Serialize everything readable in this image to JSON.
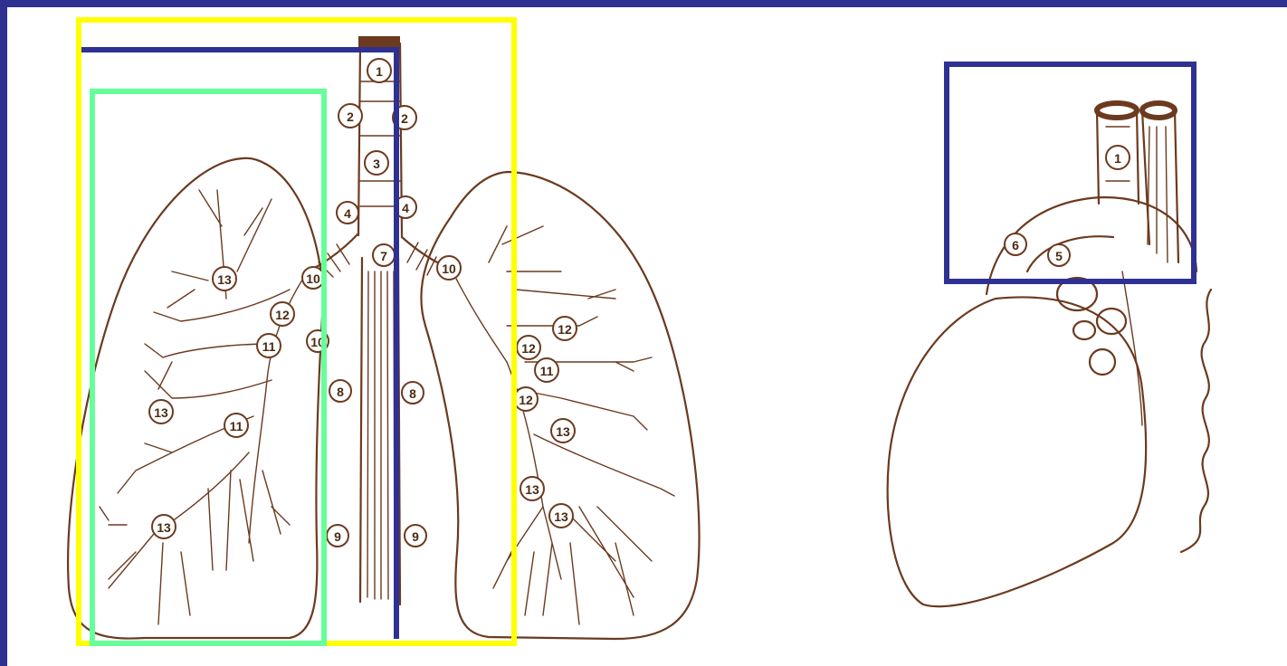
{
  "colors": {
    "frame": "#2e3192",
    "background": "#ffffff",
    "drawing": "#6b3a1f",
    "box_yellow": "#ffff00",
    "box_green": "#66ff99",
    "box_blue": "#2e3192"
  },
  "front_view": {
    "station_labels": [
      "1",
      "2",
      "2",
      "3",
      "4",
      "4",
      "7",
      "10",
      "10",
      "13",
      "12",
      "11",
      "10",
      "8",
      "8",
      "12",
      "12",
      "11",
      "12",
      "13",
      "13",
      "11",
      "13",
      "9",
      "9",
      "13",
      "13"
    ]
  },
  "side_view": {
    "station_labels": [
      "1",
      "6",
      "5"
    ]
  },
  "highlight_boxes": [
    "yellow-box",
    "green-box",
    "blue-bracket",
    "blue-box"
  ]
}
